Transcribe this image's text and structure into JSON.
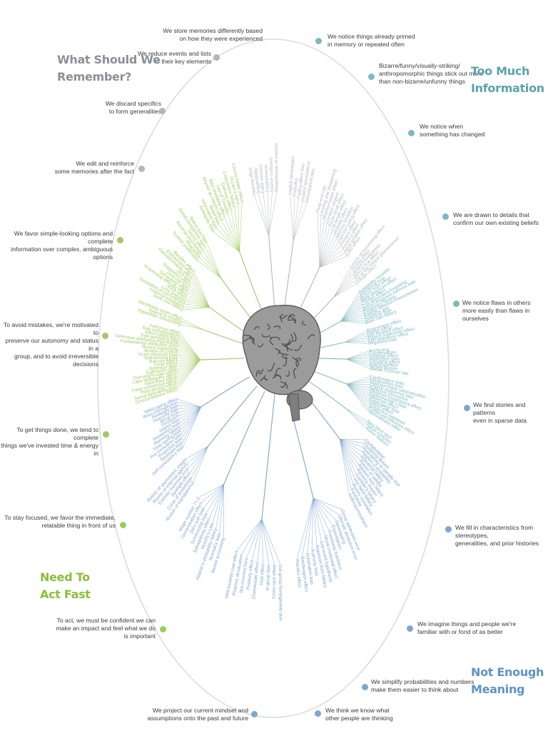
{
  "colors": {
    "gray": "#b3b7bb",
    "teal": "#7fb8bf",
    "blue": "#7ea6cf",
    "green": "#9fcb62",
    "ring": "#dcdcdc",
    "brain": "#8d8d8d"
  },
  "quadrants": {
    "remember": "What Should We\nRemember?",
    "information": "Too Much\nInformation",
    "act": "Need To\nAct Fast",
    "meaning": "Not Enough\nMeaning"
  },
  "annotations": [
    {
      "text": "We store memories differently based\non how they were experienced",
      "color": "gray"
    },
    {
      "text": "We reduce events and lists\nto their key elements",
      "color": "gray"
    },
    {
      "text": "We discard specifics\nto form generalities",
      "color": "gray"
    },
    {
      "text": "We edit and reinforce\nsome memories after the fact",
      "color": "gray"
    },
    {
      "text": "We notice things already primed\nin memory or repeated often",
      "color": "teal"
    },
    {
      "text": "Bizarre/funny/visually-striking/\nanthropomorphic things stick out more\nthan non-bizarre/unfunny things",
      "color": "teal"
    },
    {
      "text": "We notice when\nsomething has changed",
      "color": "teal"
    },
    {
      "text": "We are drawn to details that\nconfirm our own existing beliefs",
      "color": "teal"
    },
    {
      "text": "We notice flaws in others\nmore easily than flaws in ourselves",
      "color": "teal"
    },
    {
      "text": "We find stories and patterns\neven in sparse data",
      "color": "blue"
    },
    {
      "text": "We fill in characteristics from stereotypes,\ngeneralities, and prior histories",
      "color": "blue"
    },
    {
      "text": "We imagine things and people we're\nfamiliar with or fond of as better",
      "color": "blue"
    },
    {
      "text": "We simplify probabilities and numbers\nmake them easier to think about",
      "color": "blue"
    },
    {
      "text": "We think we know what\nother people are thinking",
      "color": "blue"
    },
    {
      "text": "We project our current mindset and\nassumptions onto the past and future",
      "color": "blue"
    },
    {
      "text": "We favor simple-looking options and complete\ninformation over complex, ambiguous options",
      "color": "green"
    },
    {
      "text": "To avoid mistakes, we're motivated to\npreserve our autonomy and status in a\ngroup, and to avoid irreversible decisions",
      "color": "green"
    },
    {
      "text": "To get things done, we tend to complete\nthings we've invested time & energy in",
      "color": "green"
    },
    {
      "text": "To stay focused, we favor the immediate,\nrelatable thing in front of us",
      "color": "green"
    },
    {
      "text": "To act, we must be confident we can\nmake an impact and feel what we do\nis important",
      "color": "green"
    }
  ],
  "bias_groups": [
    {
      "color": "gray",
      "items": [
        "Spacing effect",
        "Suggestibility",
        "False memory",
        "Cryptomnesia",
        "Source confusion",
        "Misattribution of memory"
      ]
    },
    {
      "color": "gray",
      "items": [
        "Implicit stereotypes",
        "Prejudice",
        "Fading affect bias",
        "Implicit associations",
        "Stereotypical bias"
      ]
    },
    {
      "color": "gray",
      "items": [
        "Peak-end rule",
        "Leveling and sharpening",
        "Misinformation effect",
        "Duration neglect",
        "Serial recall effect",
        "List-length effect",
        "Modality effect",
        "Memory inhibition",
        "Part-list cueing effect",
        "Primacy effect",
        "Recency effect",
        "Serial position effect",
        "Suffix effect"
      ]
    },
    {
      "color": "gray",
      "items": [
        "Levels of processing effect",
        "Testing effect",
        "Absent-mindedness",
        "Next-in-line effect",
        "Tip of the tongue phenomenon",
        "Google effect"
      ]
    },
    {
      "color": "teal",
      "items": [
        "Availability heuristic",
        "Attentional bias",
        "Illusory truth effect",
        "Mere exposure effect",
        "Context effect",
        "Cue-dependent forgetting",
        "Mood-congruent memory bias",
        "Frequency illusion",
        "Baader-Meinhof Phenomenon",
        "Empathy gap",
        "Omission bias",
        "Base rate fallacy"
      ]
    },
    {
      "color": "teal",
      "items": [
        "Bizarreness effect",
        "Humor effect",
        "Von Restorff effect",
        "Picture superiority effect",
        "Self-relevance effect",
        "Negativity bias"
      ]
    },
    {
      "color": "teal",
      "items": [
        "Anchoring",
        "Conservatism",
        "Contrast effect",
        "Distinction bias",
        "Focusing effect",
        "Framing effect",
        "Money illusion",
        "Weber-Fechner law"
      ]
    },
    {
      "color": "teal",
      "items": [
        "Confirmation bias",
        "Congruence bias",
        "Post-purchase rationalization",
        "Choice-supportive bias",
        "Selective perception",
        "Observer-expectancy effect",
        "Experimenter's bias",
        "Observer effect",
        "Expectation bias",
        "Ostrich effect",
        "Subjective validation",
        "Continued influence effect",
        "Semmelweis reflex"
      ]
    },
    {
      "color": "teal",
      "items": [
        "Bias blind spot",
        "Naïve cynicism",
        "Naïve realism"
      ]
    },
    {
      "color": "blue",
      "items": [
        "Confabulation",
        "Clustering illusion",
        "Insensitivity to sample size",
        "Neglect of probability",
        "Anecdotal fallacy",
        "Illusion of validity",
        "Masked man fallacy",
        "Recency illusion",
        "Gambler's fallacy",
        "Hot-hand fallacy",
        "Illusory correlation",
        "Pareidolia",
        "Anthropomorphism"
      ]
    },
    {
      "color": "blue",
      "items": [
        "Group attribution error",
        "Ultimate attribution error",
        "Stereotyping",
        "Essentialism",
        "Functional fixedness",
        "Moral credential effect",
        "Just-world hypothesis",
        "Argument from fallacy",
        "Authority bias",
        "Automation bias",
        "Bandwagon effect",
        "Placebo effect"
      ]
    },
    {
      "color": "blue",
      "items": [
        "Out-group homogeneity bias",
        "Cross-race effect",
        "In-group bias",
        "Halo effect",
        "Cheerleader effect",
        "Positivity effect",
        "Not invented here",
        "Reactive devaluation",
        "Well-traveled road effect"
      ]
    },
    {
      "color": "blue",
      "items": [
        "Mental accounting",
        "Normalcy bias",
        "Appeal to probability fallacy",
        "Murphy's Law",
        "Subadditivity effect",
        "Survivorship bias",
        "Zero sum bias",
        "Denomination effect",
        "Magic number 7+-2"
      ]
    },
    {
      "color": "blue",
      "items": [
        "Illusion of transparency",
        "Curse of knowledge",
        "Spotlight effect",
        "Extrinsic incentive error",
        "Illusion of external agency",
        "Illusion of asymmetric insight"
      ]
    },
    {
      "color": "blue",
      "items": [
        "Self-consistency bias",
        "Resistant bias",
        "Projection bias",
        "Pro-innovation bias",
        "Time-saving bias",
        "Planning fallacy",
        "Pessimism bias",
        "Impact bias",
        "Declinism",
        "Moral luck",
        "Outcome bias",
        "Hindsight bias",
        "Rosy retrospection",
        "Telescoping effect"
      ]
    },
    {
      "color": "green",
      "items": [
        "Overconfidence effect",
        "Social desirability bias",
        "Third-person effect",
        "False consensus effect",
        "Hard-easy effect",
        "Lake Wobegone effect",
        "Dunning-Kruger effect",
        "Egocentric bias",
        "Optimism bias",
        "Forer effect",
        "Barnum effect",
        "Self-serving bias",
        "Actor-observer bias",
        "Illusion of control",
        "Illusory superiority",
        "Fundamental attribution error",
        "Defensive attribution hypothesis",
        "Trait ascription bias",
        "Effort justification",
        "Risk compensation",
        "Peltzman effect"
      ]
    },
    {
      "color": "green",
      "items": [
        "Hyperbolic discounting",
        "Appeal to novelty",
        "Identifiable victim effect"
      ]
    },
    {
      "color": "green",
      "items": [
        "Sunk cost fallacy",
        "Irrational escalation",
        "Escalation of commitment",
        "Loss aversion",
        "IKEA effect",
        "Processing difficulty effect",
        "Generation effect",
        "Zero-risk bias",
        "Disposition effect",
        "Unit bias",
        "Pseudocertainty effect",
        "Endowment effect",
        "Backfire effect"
      ]
    },
    {
      "color": "green",
      "items": [
        "System justification",
        "Reactance",
        "Reverse psychology",
        "Decoy effect",
        "Social comparison bias",
        "Status quo bias"
      ]
    },
    {
      "color": "green",
      "items": [
        "Ambiguity bias",
        "Information bias",
        "Belief bias",
        "Rhyme as reason effect",
        "Bike-shedding effect",
        "Law of Triviality",
        "Delmore effect",
        "Conjunction fallacy",
        "Occam's razor",
        "Less-is-better effect"
      ]
    }
  ]
}
